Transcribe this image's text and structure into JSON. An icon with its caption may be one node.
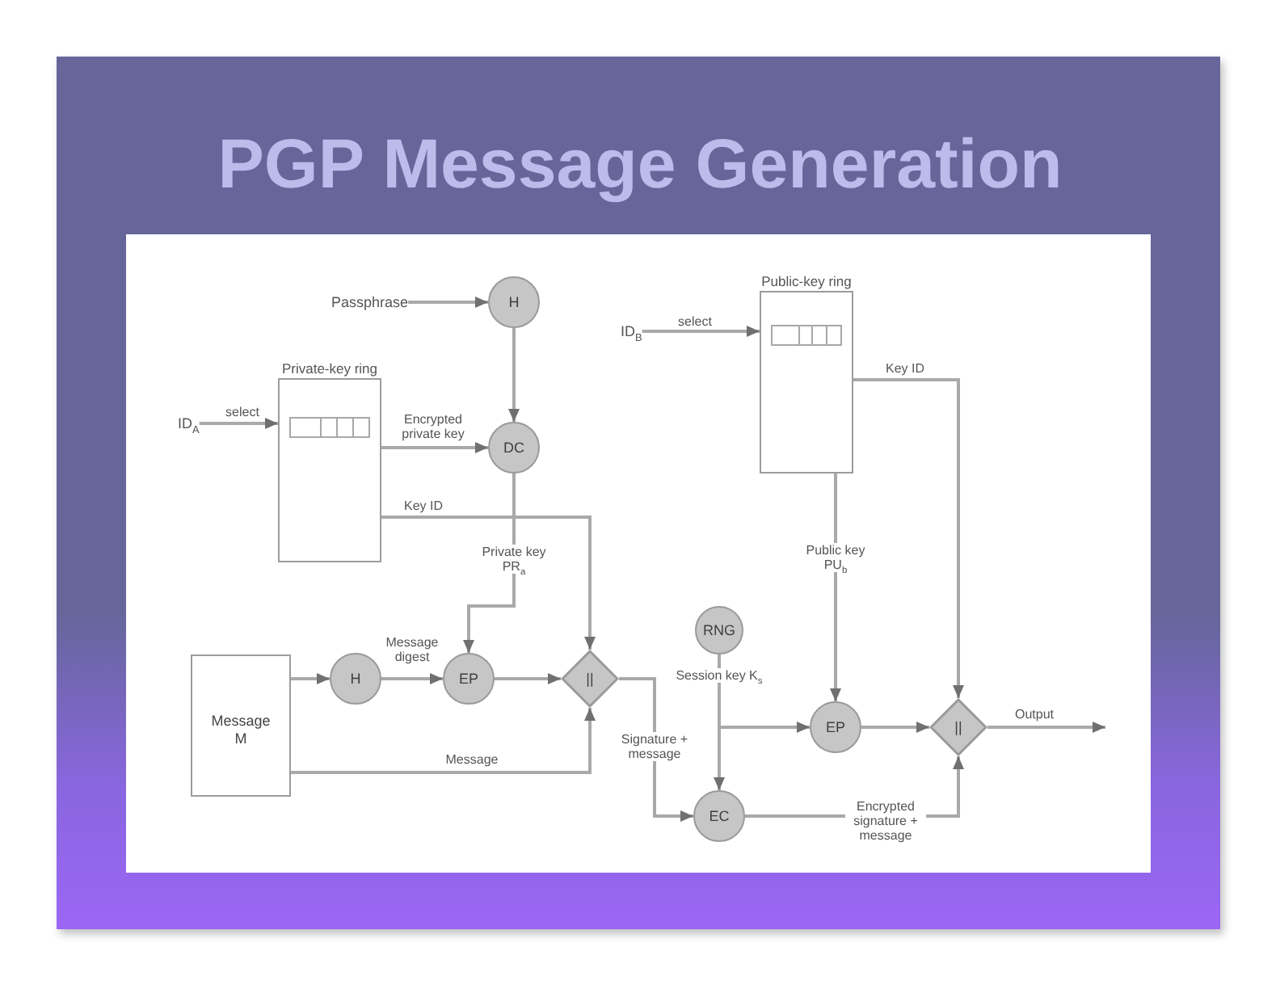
{
  "diagram": {
    "title": "PGP Message Generation",
    "nodes": [
      {
        "text": [
          "Passphrase"
        ]
      },
      {
        "text": [
          "H"
        ]
      },
      {
        "text": [
          "Private-key ring"
        ]
      },
      {
        "text": [
          "ID$_{A}$"
        ]
      },
      {
        "text": [
          "DC"
        ]
      },
      {
        "text": [
          "Message M"
        ]
      },
      {
        "text": [
          "H"
        ]
      },
      {
        "text": [
          "EP"
        ]
      },
      {
        "text": [
          "||"
        ]
      },
      {
        "text": [
          "RNG"
        ]
      },
      {
        "text": [
          "EC"
        ]
      },
      {
        "text": [
          "Public-key ring"
        ]
      },
      {
        "text": [
          "ID$_{B}$"
        ]
      },
      {
        "text": [
          "EP"
        ]
      },
      {
        "text": [
          "||"
        ]
      }
    ],
    "edges": [
      {
        "from": 0,
        "to": 1,
        "arrow": "to"
      },
      {
        "from": 3,
        "to": 2,
        "arrow": "to",
        "label": "select"
      },
      {
        "from": 2,
        "to": 4,
        "arrow": "to",
        "label": "Encrypted private key"
      },
      {
        "from": 1,
        "to": 4,
        "arrow": "to"
      },
      {
        "from": 4,
        "to": 7,
        "arrow": "to",
        "label": "Private key PR$_{a}$"
      },
      {
        "from": 2,
        "to": 8,
        "arrow": "to",
        "label": "Key ID"
      },
      {
        "from": 5,
        "to": 6,
        "arrow": "to"
      },
      {
        "from": 6,
        "to": 7,
        "arrow": "to",
        "label": "Message digest"
      },
      {
        "from": 7,
        "to": 8,
        "arrow": "to"
      },
      {
        "from": 5,
        "to": 8,
        "arrow": "to",
        "label": "Message"
      },
      {
        "from": 8,
        "to": 10,
        "arrow": "to",
        "label": "Signature + message"
      },
      {
        "from": 9,
        "to": 10,
        "arrow": "to",
        "label": "Session key K$_{s}$"
      },
      {
        "from": 9,
        "to": 13,
        "arrow": "to"
      },
      {
        "from": 12,
        "to": 11,
        "arrow": "to",
        "label": "select"
      },
      {
        "from": 11,
        "to": 13,
        "arrow": "to",
        "label": "Public key PU$_{b}$"
      },
      {
        "from": 11,
        "to": 14,
        "arrow": "to",
        "label": "Key ID"
      },
      {
        "from": 13,
        "to": 14,
        "arrow": "to"
      },
      {
        "from": 10,
        "to": 14,
        "arrow": "to",
        "label": "Encrypted signature + message"
      },
      {
        "from": 14,
        "to": null,
        "arrow": "to",
        "label": "Output"
      }
    ]
  }
}
